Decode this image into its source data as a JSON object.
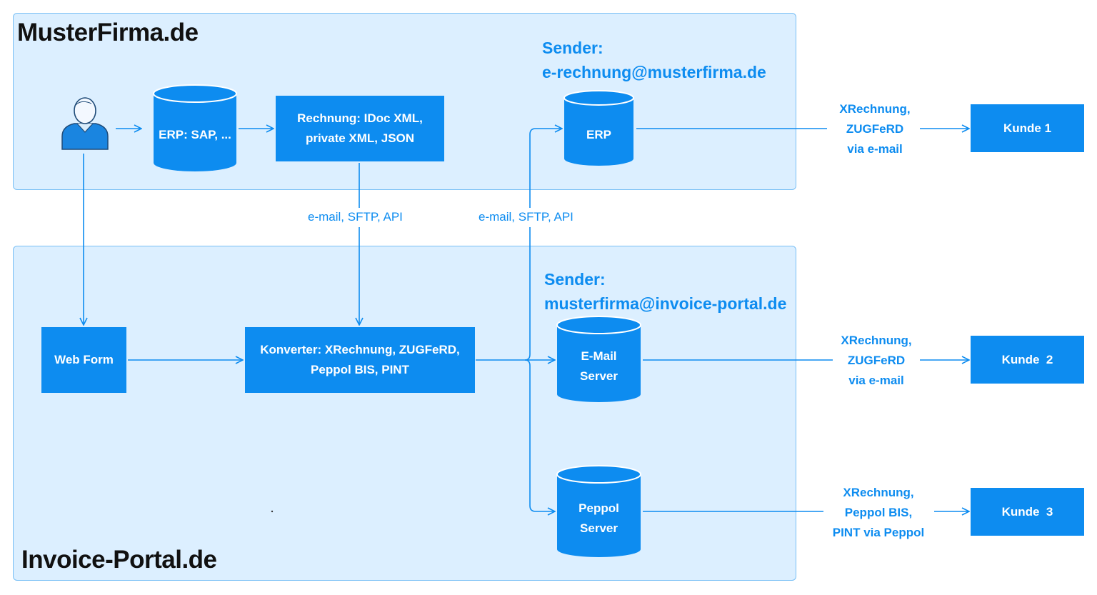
{
  "colors": {
    "accent": "#0d8cf0",
    "region_fill": "#dcefff",
    "region_border": "#78bff5",
    "title_text": "#111111"
  },
  "regions": {
    "musterfirma": {
      "title": "MusterFirma.de"
    },
    "invoice_portal": {
      "title": "Invoice-Portal.de"
    }
  },
  "nodes": {
    "user": {
      "icon": "user-icon"
    },
    "erp_sap": {
      "label": "ERP: SAP, ..."
    },
    "rechnung": {
      "label": "Rechnung: IDoc XML,\nprivate XML, JSON"
    },
    "erp": {
      "label": "ERP"
    },
    "web_form": {
      "label": "Web Form"
    },
    "konverter": {
      "label": "Konverter: XRechnung, ZUGFeRD,\nPeppol BIS, PINT"
    },
    "email_server": {
      "label": "E-Mail\nServer"
    },
    "peppol_server": {
      "label": "Peppol\nServer"
    },
    "kunde1": {
      "label": "Kunde 1"
    },
    "kunde2": {
      "label": "Kunde  2"
    },
    "kunde3": {
      "label": "Kunde  3"
    }
  },
  "senders": {
    "erp": {
      "line1": "Sender:",
      "line2": "e-rechnung@musterfirma.de"
    },
    "portal": {
      "line1": "Sender:",
      "line2": "musterfirma@invoice-portal.de"
    }
  },
  "edge_labels": {
    "rechnung_to_konverter": "e-mail, SFTP, API",
    "konverter_to_erp": "e-mail, SFTP, API",
    "erp_to_kunde1": "XRechnung,\nZUGFeRD\nvia e-mail",
    "email_to_kunde2": "XRechnung,\nZUGFeRD\nvia e-mail",
    "peppol_to_kunde3": "XRechnung,\nPeppol BIS,\nPINT via Peppol"
  }
}
